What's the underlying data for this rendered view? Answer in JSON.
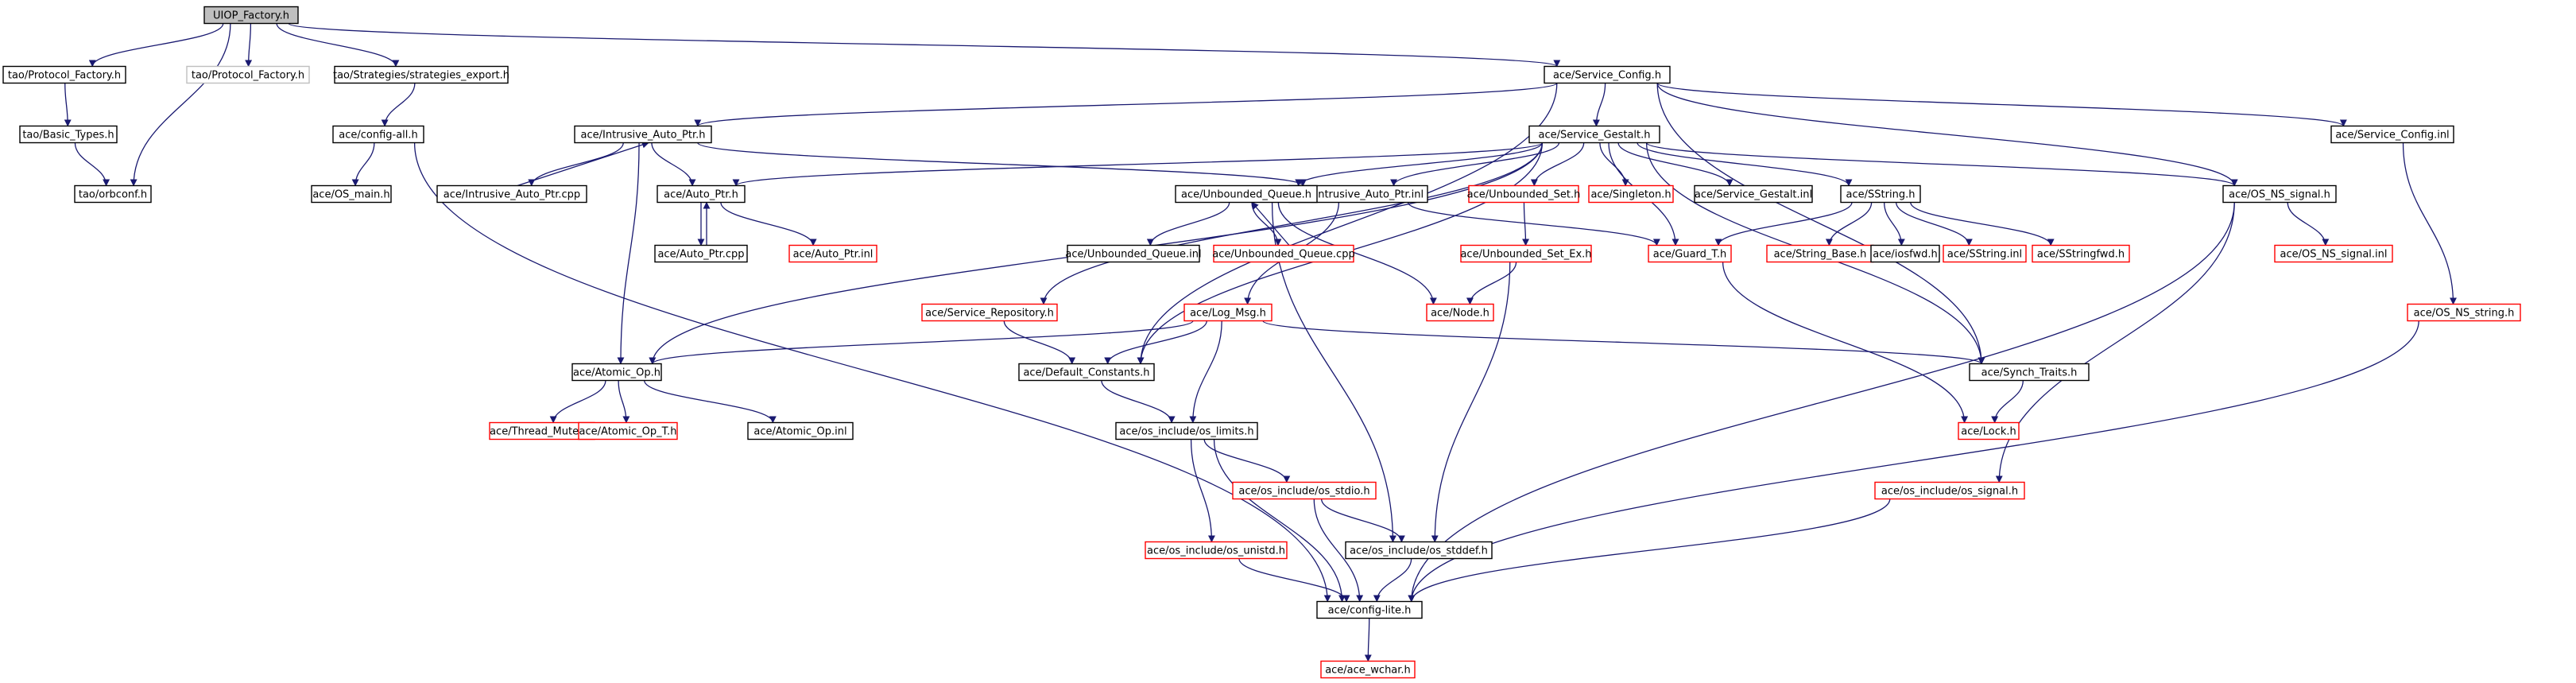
{
  "diagram": {
    "colors": {
      "edge": "#191970",
      "root_fill": "#bfbfbf",
      "missing_border": "#ff0000",
      "plain_border": "#000000",
      "external_border": "#bfbfbf"
    },
    "nodes": [
      {
        "id": "n0",
        "label": "UIOP_Factory.h",
        "style": "root"
      },
      {
        "id": "n1",
        "label": "tao/Protocol_Factory.h",
        "style": "plain"
      },
      {
        "id": "n2",
        "label": "tao/Protocol_Factory.h",
        "style": "external"
      },
      {
        "id": "n3",
        "label": "tao/Strategies/strategies_export.h",
        "style": "plain"
      },
      {
        "id": "n4",
        "label": "ace/Service_Config.h",
        "style": "plain"
      },
      {
        "id": "n5",
        "label": "tao/Basic_Types.h",
        "style": "plain"
      },
      {
        "id": "n6",
        "label": "tao/orbconf.h",
        "style": "plain"
      },
      {
        "id": "n7",
        "label": "ace/config-all.h",
        "style": "plain"
      },
      {
        "id": "n8",
        "label": "ace/OS_main.h",
        "style": "plain"
      },
      {
        "id": "n9",
        "label": "ace/Intrusive_Auto_Ptr.h",
        "style": "plain"
      },
      {
        "id": "n10",
        "label": "ace/Service_Gestalt.h",
        "style": "plain"
      },
      {
        "id": "n11",
        "label": "ace/Service_Config.inl",
        "style": "plain"
      },
      {
        "id": "n12",
        "label": "ace/Intrusive_Auto_Ptr.cpp",
        "style": "plain"
      },
      {
        "id": "n13",
        "label": "ace/Auto_Ptr.h",
        "style": "plain"
      },
      {
        "id": "n14",
        "label": "ace/Intrusive_Auto_Ptr.inl",
        "style": "plain"
      },
      {
        "id": "n15",
        "label": "ace/Unbounded_Set.h",
        "style": "missing"
      },
      {
        "id": "n16",
        "label": "ace/Singleton.h",
        "style": "missing"
      },
      {
        "id": "n17",
        "label": "ace/Service_Gestalt.inl",
        "style": "plain"
      },
      {
        "id": "n18",
        "label": "ace/SString.h",
        "style": "plain"
      },
      {
        "id": "n19",
        "label": "ace/OS_NS_signal.h",
        "style": "plain"
      },
      {
        "id": "n20",
        "label": "ace/Unbounded_Queue.h",
        "style": "plain"
      },
      {
        "id": "n21",
        "label": "ace/Auto_Ptr.cpp",
        "style": "plain"
      },
      {
        "id": "n22",
        "label": "ace/Auto_Ptr.inl",
        "style": "missing"
      },
      {
        "id": "n23",
        "label": "ace/Unbounded_Queue.inl",
        "style": "plain"
      },
      {
        "id": "n24",
        "label": "ace/Unbounded_Queue.cpp",
        "style": "missing"
      },
      {
        "id": "n25",
        "label": "ace/Unbounded_Set_Ex.h",
        "style": "missing"
      },
      {
        "id": "n26",
        "label": "ace/Guard_T.h",
        "style": "missing"
      },
      {
        "id": "n27",
        "label": "ace/String_Base.h",
        "style": "missing"
      },
      {
        "id": "n28",
        "label": "ace/iosfwd.h",
        "style": "plain"
      },
      {
        "id": "n29",
        "label": "ace/SString.inl",
        "style": "missing"
      },
      {
        "id": "n30",
        "label": "ace/SStringfwd.h",
        "style": "missing"
      },
      {
        "id": "n31",
        "label": "ace/OS_NS_signal.inl",
        "style": "missing"
      },
      {
        "id": "n32",
        "label": "ace/OS_NS_string.h",
        "style": "missing"
      },
      {
        "id": "n33",
        "label": "ace/Service_Repository.h",
        "style": "missing"
      },
      {
        "id": "n34",
        "label": "ace/Log_Msg.h",
        "style": "missing"
      },
      {
        "id": "n35",
        "label": "ace/Node.h",
        "style": "missing"
      },
      {
        "id": "n36",
        "label": "ace/Atomic_Op.h",
        "style": "plain"
      },
      {
        "id": "n37",
        "label": "ace/Default_Constants.h",
        "style": "plain"
      },
      {
        "id": "n38",
        "label": "ace/Synch_Traits.h",
        "style": "plain"
      },
      {
        "id": "n39",
        "label": "ace/Thread_Mutex.h",
        "style": "missing"
      },
      {
        "id": "n40",
        "label": "ace/Atomic_Op_T.h",
        "style": "missing"
      },
      {
        "id": "n41",
        "label": "ace/Atomic_Op.inl",
        "style": "plain"
      },
      {
        "id": "n42",
        "label": "ace/os_include/os_limits.h",
        "style": "plain"
      },
      {
        "id": "n43",
        "label": "ace/Lock.h",
        "style": "missing"
      },
      {
        "id": "n44",
        "label": "ace/os_include/os_stdio.h",
        "style": "missing"
      },
      {
        "id": "n45",
        "label": "ace/os_include/os_signal.h",
        "style": "missing"
      },
      {
        "id": "n46",
        "label": "ace/os_include/os_unistd.h",
        "style": "missing"
      },
      {
        "id": "n47",
        "label": "ace/os_include/os_stddef.h",
        "style": "plain"
      },
      {
        "id": "n48",
        "label": "ace/config-lite.h",
        "style": "plain"
      },
      {
        "id": "n49",
        "label": "ace/ace_wchar.h",
        "style": "missing"
      }
    ],
    "edges": [
      [
        "n0",
        "n1"
      ],
      [
        "n0",
        "n2"
      ],
      [
        "n0",
        "n3"
      ],
      [
        "n0",
        "n4"
      ],
      [
        "n0",
        "n6"
      ],
      [
        "n1",
        "n5"
      ],
      [
        "n5",
        "n6"
      ],
      [
        "n3",
        "n7"
      ],
      [
        "n7",
        "n8"
      ],
      [
        "n7",
        "n48"
      ],
      [
        "n4",
        "n9"
      ],
      [
        "n4",
        "n10"
      ],
      [
        "n4",
        "n11"
      ],
      [
        "n4",
        "n19"
      ],
      [
        "n4",
        "n37"
      ],
      [
        "n4",
        "n38"
      ],
      [
        "n9",
        "n12"
      ],
      [
        "n12",
        "n9"
      ],
      [
        "n9",
        "n13"
      ],
      [
        "n9",
        "n14"
      ],
      [
        "n9",
        "n36"
      ],
      [
        "n10",
        "n13"
      ],
      [
        "n10",
        "n14"
      ],
      [
        "n10",
        "n15"
      ],
      [
        "n10",
        "n16"
      ],
      [
        "n10",
        "n17"
      ],
      [
        "n10",
        "n18"
      ],
      [
        "n10",
        "n19"
      ],
      [
        "n10",
        "n20"
      ],
      [
        "n10",
        "n26"
      ],
      [
        "n10",
        "n33"
      ],
      [
        "n10",
        "n36"
      ],
      [
        "n10",
        "n37"
      ],
      [
        "n10",
        "n38"
      ],
      [
        "n11",
        "n32"
      ],
      [
        "n13",
        "n21"
      ],
      [
        "n21",
        "n13"
      ],
      [
        "n13",
        "n22"
      ],
      [
        "n14",
        "n26"
      ],
      [
        "n14",
        "n34"
      ],
      [
        "n15",
        "n25"
      ],
      [
        "n25",
        "n35"
      ],
      [
        "n25",
        "n47"
      ],
      [
        "n18",
        "n27"
      ],
      [
        "n18",
        "n28"
      ],
      [
        "n18",
        "n29"
      ],
      [
        "n18",
        "n30"
      ],
      [
        "n18",
        "n26"
      ],
      [
        "n19",
        "n31"
      ],
      [
        "n19",
        "n45"
      ],
      [
        "n19",
        "n48"
      ],
      [
        "n20",
        "n23"
      ],
      [
        "n20",
        "n24"
      ],
      [
        "n24",
        "n20"
      ],
      [
        "n20",
        "n35"
      ],
      [
        "n20",
        "n47"
      ],
      [
        "n26",
        "n43"
      ],
      [
        "n32",
        "n48"
      ],
      [
        "n33",
        "n37"
      ],
      [
        "n34",
        "n36"
      ],
      [
        "n34",
        "n37"
      ],
      [
        "n34",
        "n38"
      ],
      [
        "n34",
        "n42"
      ],
      [
        "n36",
        "n39"
      ],
      [
        "n36",
        "n40"
      ],
      [
        "n36",
        "n41"
      ],
      [
        "n37",
        "n42"
      ],
      [
        "n38",
        "n43"
      ],
      [
        "n42",
        "n44"
      ],
      [
        "n42",
        "n46"
      ],
      [
        "n42",
        "n48"
      ],
      [
        "n44",
        "n47"
      ],
      [
        "n44",
        "n48"
      ],
      [
        "n45",
        "n48"
      ],
      [
        "n46",
        "n48"
      ],
      [
        "n47",
        "n48"
      ],
      [
        "n48",
        "n49"
      ]
    ]
  }
}
